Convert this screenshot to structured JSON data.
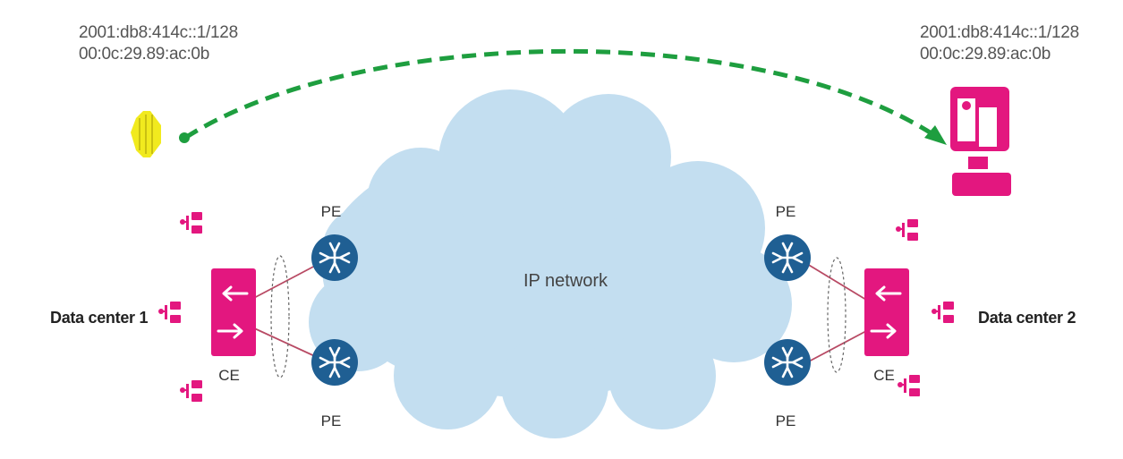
{
  "colors": {
    "cloud_fill": "#c3def0",
    "router_fill": "#1f5f93",
    "device_magenta": "#e3177f",
    "migration_arrow": "#1e9e3f",
    "speaker_yellow": "#f1ea1e",
    "link_line": "#b84a64",
    "lag_ring": "#666666"
  },
  "left_host": {
    "ipv6": "2001:db8:414c::1/128",
    "mac": "00:0c:29.89:ac:0b",
    "icon": "yellow-speaker-icon"
  },
  "right_host": {
    "ipv6": "2001:db8:414c::1/128",
    "mac": "00:0c:29.89:ac:0b",
    "icon": "computer-icon"
  },
  "cloud": {
    "label": "IP network",
    "icon": "cloud-icon"
  },
  "left_site": {
    "name": "Data center 1",
    "ce_label": "CE",
    "pe_top_label": "PE",
    "pe_bottom_label": "PE"
  },
  "right_site": {
    "name": "Data center 2",
    "ce_label": "CE",
    "pe_top_label": "PE",
    "pe_bottom_label": "PE"
  }
}
